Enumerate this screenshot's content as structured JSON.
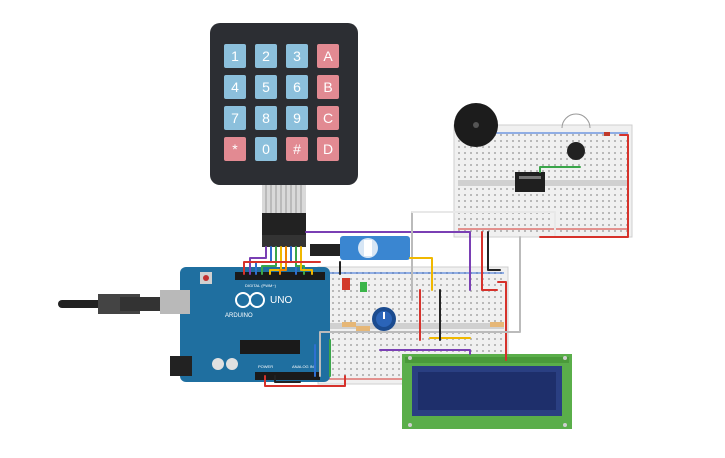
{
  "keypad": {
    "keys": [
      [
        "1",
        "2",
        "3",
        "A"
      ],
      [
        "4",
        "5",
        "6",
        "B"
      ],
      [
        "7",
        "8",
        "9",
        "C"
      ],
      [
        "*",
        "0",
        "#",
        "D"
      ]
    ],
    "digit_color": "#8cc0dc",
    "letter_color": "#e28a92",
    "body_color": "#2c2e33"
  },
  "arduino": {
    "brand": "ARDUINO",
    "model": "UNO",
    "header_label": "DIGITAL (PWM~)",
    "power_label": "POWER",
    "analog_label": "ANALOG IN",
    "board_color": "#1f6fa0"
  },
  "lcd": {
    "pcb_color": "#5aae4a",
    "screen_color": "#1e2f6b"
  },
  "buzzer": {
    "color": "#1c1c1c"
  },
  "servo": {
    "color": "#3a86d1"
  },
  "breadboard": {
    "color": "#f0f0f0"
  },
  "leds": {
    "red": "#d23a2a",
    "green": "#3bb54a"
  },
  "wires": {
    "red": "#d6322b",
    "black": "#222222",
    "yellow": "#f0b800",
    "purple": "#7a3fb4",
    "green": "#3aa64a",
    "blue": "#2f6fd0",
    "gray": "#bbbbbb",
    "orange": "#f08a00",
    "white": "#e8e8e8"
  }
}
